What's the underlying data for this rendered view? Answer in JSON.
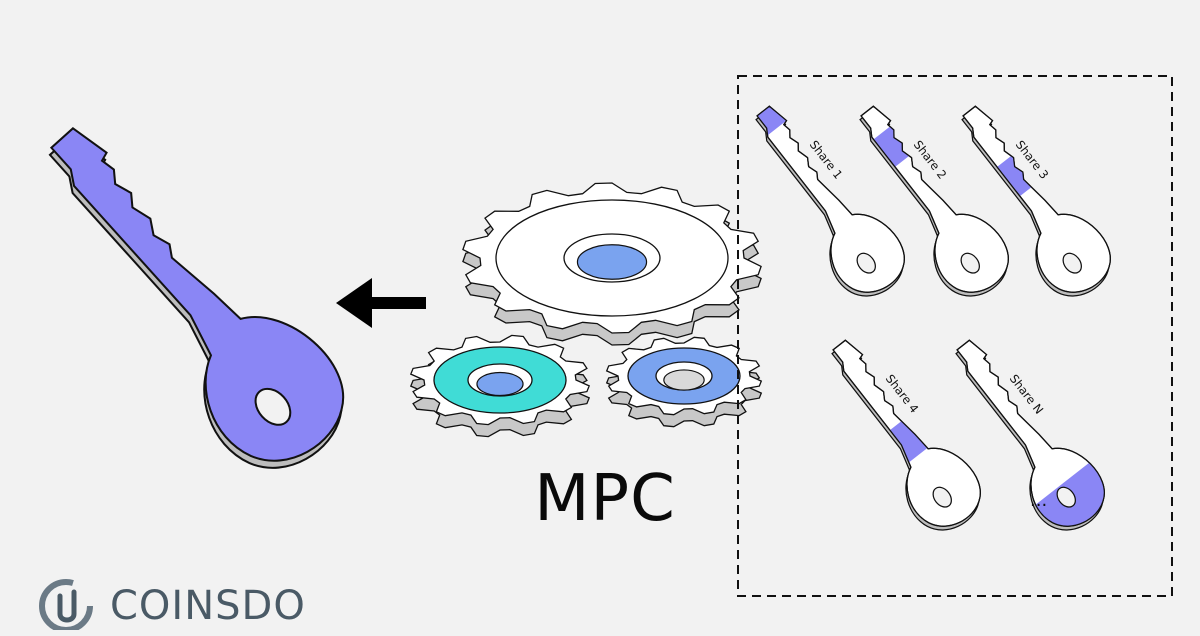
{
  "diagram": {
    "center_label": "MPC",
    "shares": [
      {
        "label": "Share 1"
      },
      {
        "label": "Share 2"
      },
      {
        "label": "Share 3"
      },
      {
        "label": "Share 4"
      },
      {
        "label": "Share N"
      }
    ],
    "ellipsis": "...",
    "colors": {
      "key_purple": "#8a86f5",
      "gear_teal": "#40dcd6",
      "gear_blue": "#7aa3ef",
      "key_white": "#ffffff",
      "outline": "#111111",
      "edge_gray": "#bdbdbd"
    }
  },
  "brand": {
    "name": "COINSDO",
    "icon": "coinsdo-logo-icon"
  }
}
